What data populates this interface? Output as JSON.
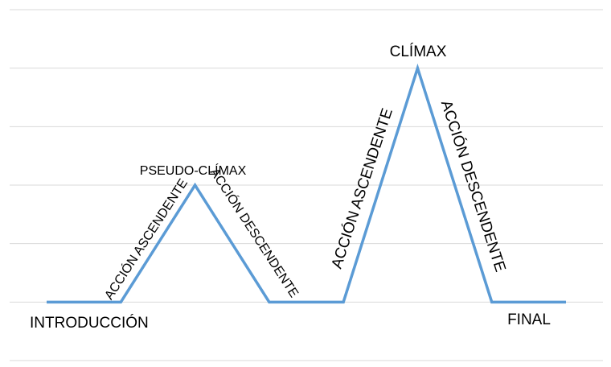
{
  "chart_data": {
    "type": "line",
    "x": [
      1,
      2,
      3,
      4,
      5,
      6,
      7,
      8
    ],
    "values": [
      0,
      0,
      2,
      0,
      0,
      4,
      0,
      0
    ],
    "ylim": [
      -1,
      5
    ],
    "grid": true,
    "line_color": "#5b9bd5",
    "annotations": {
      "introduccion": "INTRODUCCIÓN",
      "accion_ascendente_1": "ACCIÓN ASCENDENTE",
      "pseudo_climax": "PSEUDO-CLÍMAX",
      "accion_descendente_1": "ACCIÓN DESCENDENTE",
      "accion_ascendente_2": "ACCIÓN ASCENDENTE",
      "climax": "CLÍMAX",
      "accion_descendente_2": "ACCIÓN DESCENDENTE",
      "final": "FINAL"
    }
  }
}
